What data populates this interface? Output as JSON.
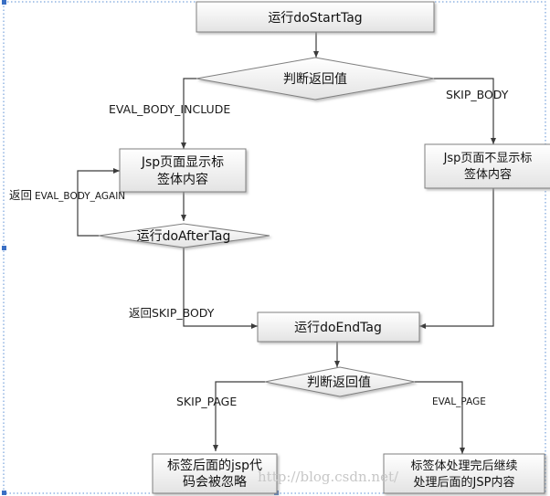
{
  "nodes": {
    "start": "运行doStartTag",
    "decision1": "判断返回值",
    "show_body_l1": "Jsp页面显示标",
    "show_body_l2": "签体内容",
    "noshow_body_l1": "Jsp页面不显示标",
    "noshow_body_l2": "签体内容",
    "after_tag": "运行doAfterTag",
    "end_tag": "运行doEndTag",
    "decision2": "判断返回值",
    "skip_page_l1": "标签后面的jsp代",
    "skip_page_l2": "码会被忽略",
    "eval_page_l1": "标签体处理完后继续",
    "eval_page_l2": "处理后面的JSP内容"
  },
  "edges": {
    "eval_body_include": "EVAL_BODY_INCLUDE",
    "skip_body": "SKIP_BODY",
    "return_eval_body_again_prefix": "返回",
    "return_eval_body_again": "EVAL_BODY_AGAIN",
    "return_skip_body": "返回SKIP_BODY",
    "skip_page": "SKIP_PAGE",
    "eval_page": "EVAL_PAGE"
  },
  "watermark": "http://blog.csdn.net/"
}
